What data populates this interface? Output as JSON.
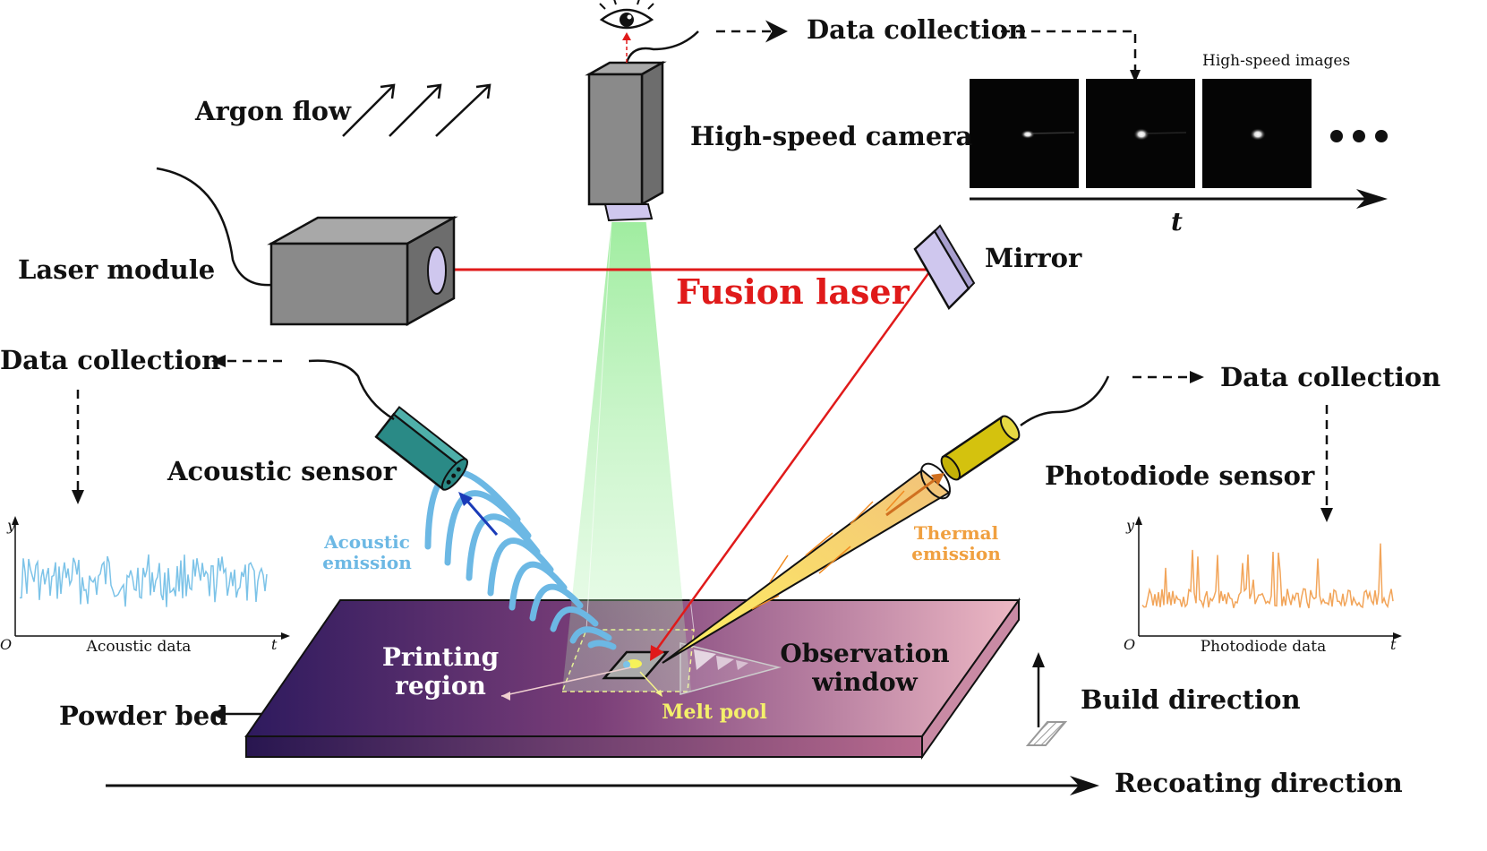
{
  "labels": {
    "data_collection_top": "Data collection",
    "high_speed_images": "High-speed images",
    "argon_flow": "Argon flow",
    "high_speed_camera": "High-speed camera",
    "t_axis": "t",
    "laser_module": "Laser module",
    "mirror": "Mirror",
    "fusion_laser": "Fusion laser",
    "data_collection_left": "Data collection",
    "data_collection_right": "Data collection",
    "acoustic_sensor": "Acoustic sensor",
    "photodiode_sensor": "Photodiode sensor",
    "acoustic_emission_1": "Acoustic",
    "acoustic_emission_2": "emission",
    "thermal_emission_1": "Thermal",
    "thermal_emission_2": "emission",
    "printing_region_1": "Printing",
    "printing_region_2": "region",
    "observation_window_1": "Observation",
    "observation_window_2": "window",
    "melt_pool": "Melt pool",
    "powder_bed": "Powder bed",
    "build_direction": "Build direction",
    "recoating_direction": "Recoating direction"
  },
  "acoustic_plot": {
    "xlabel": "Acoustic data",
    "ylabel": "y",
    "origin": "O",
    "xvar": "t",
    "color": "#7cc3e8"
  },
  "photodiode_plot": {
    "xlabel": "Photodiode data",
    "ylabel": "y",
    "origin": "O",
    "xvar": "t",
    "color": "#f2a55a"
  },
  "colors": {
    "laser": "#e01a1a",
    "camera_cone": "#7fe07f",
    "acoustic_sensor": "#2a8a86",
    "photodiode_sensor": "#d4c20e",
    "powder_bed_dark": "#2e1a5e",
    "powder_bed_light": "#e8b2c0",
    "acoustic_waves": "#6cb8e4",
    "thermal": "#f0a040"
  }
}
